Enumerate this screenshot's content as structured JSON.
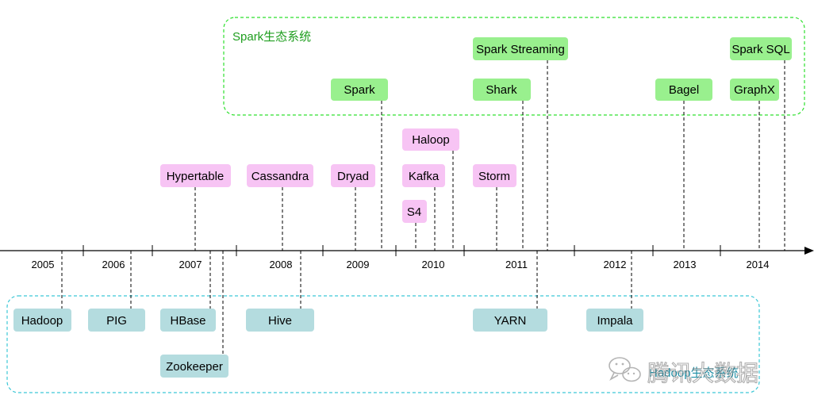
{
  "groups": {
    "spark": {
      "label": "Spark生态系统",
      "color": "#2db52d"
    },
    "hadoop": {
      "label": "Hadoop生态系统",
      "color": "#2a9bb5"
    }
  },
  "watermark": {
    "text": "腾讯大数据"
  },
  "years": [
    "2005",
    "2006",
    "2007",
    "2008",
    "2009",
    "2010",
    "2011",
    "2012",
    "2013",
    "2014"
  ],
  "colors": {
    "spark_box": "#99f08e",
    "other_box": "#f7c4f4",
    "hadoop_box": "#b4dcdf",
    "axis": "#000000"
  },
  "spark_projects": [
    {
      "label": "Spark"
    },
    {
      "label": "Spark Streaming"
    },
    {
      "label": "Shark"
    },
    {
      "label": "Bagel"
    },
    {
      "label": "Spark SQL"
    },
    {
      "label": "GraphX"
    }
  ],
  "other_projects": [
    {
      "label": "Hypertable"
    },
    {
      "label": "Cassandra"
    },
    {
      "label": "Dryad"
    },
    {
      "label": "Haloop"
    },
    {
      "label": "Kafka"
    },
    {
      "label": "S4"
    },
    {
      "label": "Storm"
    }
  ],
  "hadoop_projects": [
    {
      "label": "Hadoop"
    },
    {
      "label": "PIG"
    },
    {
      "label": "HBase"
    },
    {
      "label": "Hive"
    },
    {
      "label": "Zookeeper"
    },
    {
      "label": "YARN"
    },
    {
      "label": "Impala"
    }
  ]
}
